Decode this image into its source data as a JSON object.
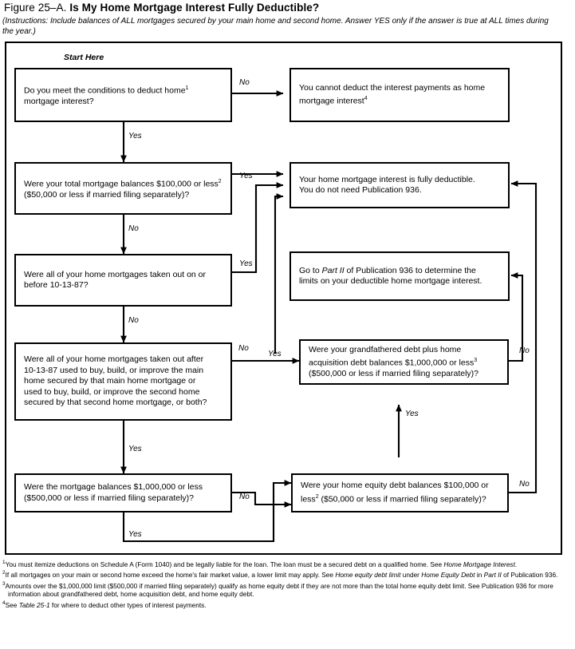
{
  "figure": {
    "label": "Figure 25–A.",
    "title": "Is My Home Mortgage Interest Fully Deductible?",
    "instructions": "(Instructions: Include balances of ALL mortgages secured by your main home and second home. Answer YES only if the answer is true at ALL times during the year.)",
    "start_label": "Start Here"
  },
  "colors": {
    "background": "#ffffff",
    "stroke": "#000000",
    "text": "#000000"
  },
  "chart_data": {
    "type": "diagram",
    "title": "Is My Home Mortgage Interest Fully Deductible?",
    "nodes": [
      {
        "id": "q1",
        "text": "Do you meet the conditions to deduct home mortgage interest?",
        "footnote": "1"
      },
      {
        "id": "a1",
        "text": "You cannot deduct the interest payments as home mortgage interest",
        "footnote": "4"
      },
      {
        "id": "q2",
        "text": "Were your total mortgage balances $100,000 or less ($50,000 or less if married filing separately)?",
        "footnote": "2"
      },
      {
        "id": "a2",
        "text": "Your home mortgage interest is fully deductible. You do not need Publication 936."
      },
      {
        "id": "q3",
        "text": "Were all of your home mortgages taken out on or before 10-13-87?"
      },
      {
        "id": "a3",
        "text": "Go to Part II of Publication 936 to determine the limits on your deductible home mortgage interest."
      },
      {
        "id": "q4",
        "text": "Were all of your home mortgages taken out after 10-13-87 used to buy, build, or improve the main home secured by that main home mortgage or used to buy, build, or improve the second home secured by that second home mortgage, or both?"
      },
      {
        "id": "q5",
        "text": "Were your grandfathered debt plus home acquisition debt balances $1,000,000 or less ($500,000 or less if married filing separately)?",
        "footnote": "3"
      },
      {
        "id": "q6",
        "text": "Were the mortgage balances $1,000,000 or less ($500,000 or less if married filing separately)?"
      },
      {
        "id": "q7",
        "text": "Were your home equity debt balances $100,000 or less ($50,000 or less if married filing separately)?",
        "footnote": "2"
      }
    ],
    "edges": [
      {
        "from": "q1",
        "to": "a1",
        "label": "No"
      },
      {
        "from": "q1",
        "to": "q2",
        "label": "Yes"
      },
      {
        "from": "q2",
        "to": "a2",
        "label": "Yes"
      },
      {
        "from": "q2",
        "to": "q3",
        "label": "No"
      },
      {
        "from": "q3",
        "to": "a2",
        "label": "Yes"
      },
      {
        "from": "q3",
        "to": "q4",
        "label": "No"
      },
      {
        "from": "q4",
        "to": "q5",
        "label": "No"
      },
      {
        "from": "q4",
        "to": "q6",
        "label": "Yes"
      },
      {
        "from": "q5",
        "to": "a2",
        "label": "Yes"
      },
      {
        "from": "q5",
        "to": "a3",
        "label": "No"
      },
      {
        "from": "q6",
        "to": "q7",
        "label": "No"
      },
      {
        "from": "q6",
        "to": "a2",
        "label": "Yes"
      },
      {
        "from": "q7",
        "to": "a2",
        "label": "No"
      }
    ]
  },
  "nodes": {
    "q1": {
      "line1": "Do you meet the conditions to deduct home",
      "sup1": "1",
      "line2": "mortgage interest?"
    },
    "a1": {
      "line1": "You cannot deduct the interest payments as home",
      "line2": "mortgage interest",
      "sup2": "4"
    },
    "q2": {
      "line1": "Were your total mortgage balances $100,000 or less",
      "sup1": "2",
      "line2": "($50,000 or less if married filing separately)?"
    },
    "a2": {
      "line1": "Your home mortgage interest is fully deductible.",
      "line2": "You do not need Publication 936."
    },
    "q3": {
      "line1": "Were all of your home mortgages taken out on or",
      "line2": "before 10-13-87?"
    },
    "a3": {
      "pre": "Go to ",
      "em": "Part II",
      "post": " of Publication 936 to determine the",
      "line2": "limits on your deductible home mortgage interest."
    },
    "q4": {
      "line1": "Were all of your home mortgages taken out after",
      "line2": "10-13-87 used to buy, build, or improve the main",
      "line3": "home secured by that main home mortgage or",
      "line4": "used to buy, build, or improve the second home",
      "line5": "secured by that second home mortgage, or both?"
    },
    "q5": {
      "line1": "Were your grandfathered debt plus home",
      "line2": "acquisition debt balances $1,000,000 or less",
      "sup2": "3",
      "line3": "($500,000 or less if married filing separately)?"
    },
    "q6": {
      "line1": "Were the mortgage balances $1,000,000 or less",
      "line2": "($500,000 or less if married filing separately)?"
    },
    "q7": {
      "line1": "Were your home equity debt balances $100,000 or",
      "line2a": "less",
      "sup2": "2",
      "line2b": " ($50,000 or less if married filing separately)?"
    }
  },
  "edge_labels": {
    "q1_no": "No",
    "q1_yes": "Yes",
    "q2_yes": "Yes",
    "q2_no": "No",
    "q3_yes": "Yes",
    "q3_no": "No",
    "q4_no": "No",
    "q4_yes_right": "Yes",
    "q4_yes_down": "Yes",
    "q5_no": "No",
    "q5_yes": "Yes",
    "q6_no": "No",
    "q6_yes": "Yes",
    "q7_no": "No"
  },
  "footnotes": [
    {
      "marker": "1",
      "pre": "You must itemize deductions on Schedule A (Form 1040) and be legally liable for the loan. The loan must be a secured debt on a qualified home. See ",
      "em": "Home Mortgage Interest",
      "post": "."
    },
    {
      "marker": "2",
      "pre": "If all mortgages on your main or second home exceed the home's fair market value, a lower limit may apply. See ",
      "em": "Home equity debt limit",
      "mid": " under ",
      "em2": "Home Equity Debt",
      "mid2": " in ",
      "em3": "Part II",
      "post": " of Publication 936."
    },
    {
      "marker": "3",
      "pre": "Amounts over the $1,000,000 limit ($500,000 if married filing separately) qualify as home equity debt if they are not more than the total home equity debt limit. See Publication 936 for more information about grandfathered debt, home acquisition debt, and home equity debt.",
      "em": "",
      "post": ""
    },
    {
      "marker": "4",
      "pre": "See ",
      "em": "Table 25-1",
      "post": " for where to deduct other types of interest payments."
    }
  ]
}
